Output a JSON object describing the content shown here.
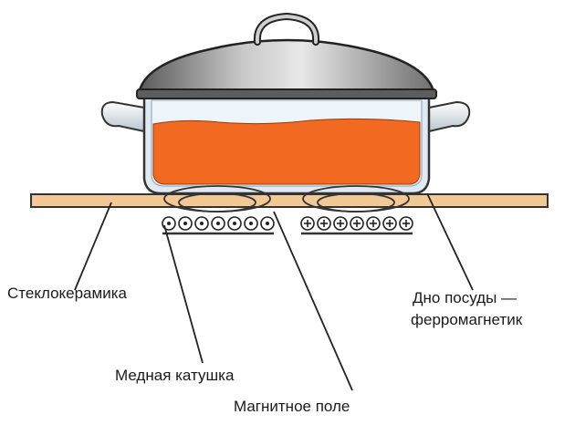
{
  "labels": {
    "glass_ceramic": "Стеклокерамика",
    "copper_coil": "Медная катушка",
    "magnetic_field": "Магнитное поле",
    "pot_bottom_line1": "Дно посуды —",
    "pot_bottom_line2": "ферромагнетик"
  },
  "coil_left_symbol": "dot",
  "coil_right_symbol": "plus",
  "colors": {
    "liquid": "#f26a21",
    "cooktop": "#f2c894",
    "pot_body": "#dfeaf2",
    "lid": "#8f8f8f"
  }
}
